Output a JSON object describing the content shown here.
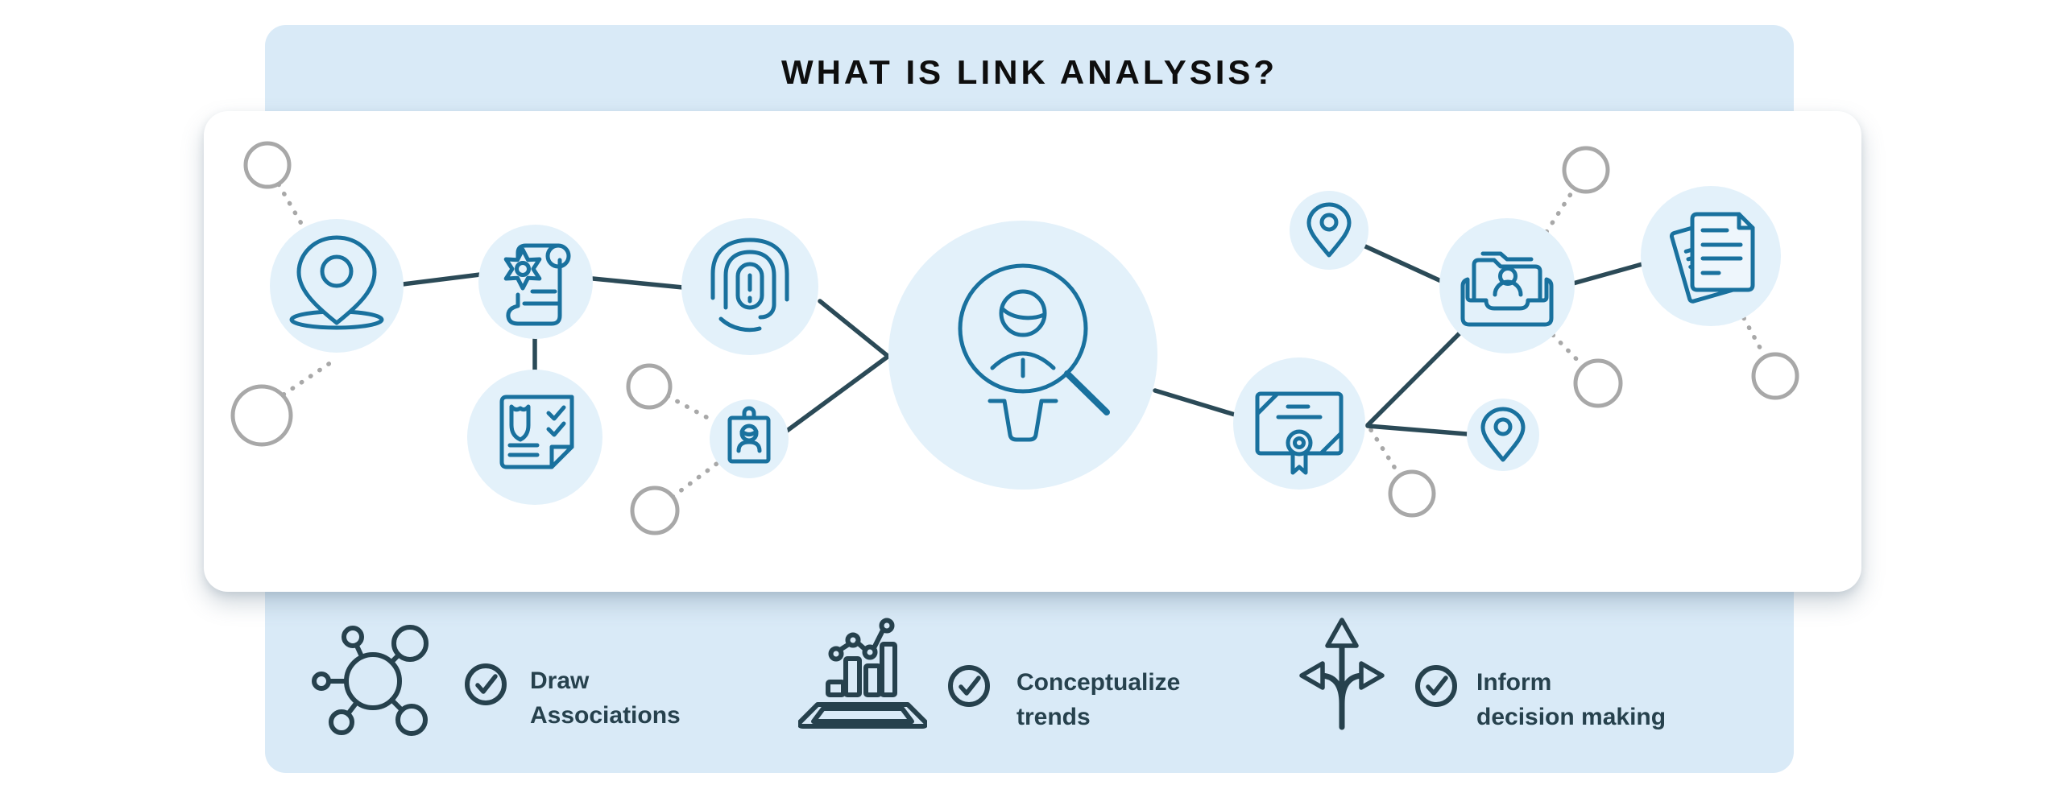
{
  "title": "WHAT IS LINK ANALYSIS?",
  "features": [
    {
      "icon": "network-molecule-icon",
      "check": "check-circle-icon",
      "label": "Draw\nAssociations"
    },
    {
      "icon": "trend-chart-icon",
      "check": "check-circle-icon",
      "label": "Conceptualize\ntrends"
    },
    {
      "icon": "three-way-arrows-icon",
      "check": "check-circle-icon",
      "label": "Inform\ndecision making"
    }
  ],
  "diagram": {
    "nodes": [
      {
        "icon": "map-pin-icon"
      },
      {
        "icon": "warrant-scroll-icon"
      },
      {
        "icon": "shield-document-icon"
      },
      {
        "icon": "fingerprint-icon"
      },
      {
        "icon": "id-badge-icon"
      },
      {
        "icon": "person-search-icon"
      },
      {
        "icon": "certificate-icon"
      },
      {
        "icon": "map-pin-small-icon"
      },
      {
        "icon": "person-folder-icon"
      },
      {
        "icon": "map-pin-small-icon"
      },
      {
        "icon": "documents-icon"
      }
    ],
    "empty_nodes": 8
  },
  "colors": {
    "panel-bg": "#d9eaf7",
    "card-bg": "#ffffff",
    "bubble": "#e3f1fa",
    "icon-stroke": "#19719e",
    "link": "#2b4a57",
    "gray": "#a8a8a8",
    "title-color": "#0e0e0e",
    "caption-color": "#26414d"
  }
}
